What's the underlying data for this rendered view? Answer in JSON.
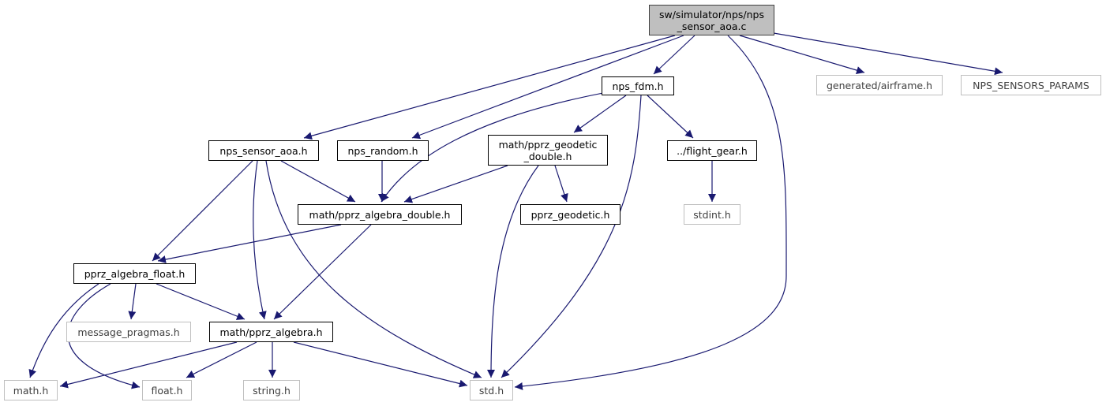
{
  "diagram": {
    "colors": {
      "edge": "#191970",
      "root_fill": "#bfbfbf",
      "external_border": "#bfbfbf"
    },
    "nodes": [
      {
        "id": "root",
        "label": "sw/simulator/nps/nps\n_sensor_aoa.c",
        "style": "root"
      },
      {
        "id": "nps_fdm",
        "label": "nps_fdm.h",
        "style": "link"
      },
      {
        "id": "airframe",
        "label": "generated/airframe.h",
        "style": "external"
      },
      {
        "id": "nps_params",
        "label": "NPS_SENSORS_PARAMS",
        "style": "external"
      },
      {
        "id": "nps_sensor_aoa",
        "label": "nps_sensor_aoa.h",
        "style": "link"
      },
      {
        "id": "nps_random",
        "label": "nps_random.h",
        "style": "link"
      },
      {
        "id": "geodetic_double",
        "label": "math/pprz_geodetic\n_double.h",
        "style": "link"
      },
      {
        "id": "flight_gear",
        "label": "../flight_gear.h",
        "style": "link"
      },
      {
        "id": "algebra_double",
        "label": "math/pprz_algebra_double.h",
        "style": "link"
      },
      {
        "id": "pprz_geodetic",
        "label": "pprz_geodetic.h",
        "style": "link"
      },
      {
        "id": "stdint",
        "label": "stdint.h",
        "style": "external"
      },
      {
        "id": "algebra_float",
        "label": "pprz_algebra_float.h",
        "style": "link"
      },
      {
        "id": "message_pragmas",
        "label": "message_pragmas.h",
        "style": "external"
      },
      {
        "id": "algebra",
        "label": "math/pprz_algebra.h",
        "style": "link"
      },
      {
        "id": "math",
        "label": "math.h",
        "style": "external"
      },
      {
        "id": "float",
        "label": "float.h",
        "style": "external"
      },
      {
        "id": "string",
        "label": "string.h",
        "style": "external"
      },
      {
        "id": "std",
        "label": "std.h",
        "style": "external"
      }
    ],
    "edges": [
      {
        "from": "root",
        "to": "nps_sensor_aoa"
      },
      {
        "from": "root",
        "to": "nps_random"
      },
      {
        "from": "root",
        "to": "nps_fdm"
      },
      {
        "from": "root",
        "to": "std"
      },
      {
        "from": "root",
        "to": "airframe"
      },
      {
        "from": "root",
        "to": "nps_params"
      },
      {
        "from": "nps_fdm",
        "to": "algebra_double"
      },
      {
        "from": "nps_fdm",
        "to": "geodetic_double"
      },
      {
        "from": "nps_fdm",
        "to": "std"
      },
      {
        "from": "nps_fdm",
        "to": "flight_gear"
      },
      {
        "from": "nps_sensor_aoa",
        "to": "algebra_float"
      },
      {
        "from": "nps_sensor_aoa",
        "to": "algebra"
      },
      {
        "from": "nps_sensor_aoa",
        "to": "std"
      },
      {
        "from": "nps_sensor_aoa",
        "to": "algebra_double"
      },
      {
        "from": "nps_random",
        "to": "algebra_double"
      },
      {
        "from": "geodetic_double",
        "to": "algebra_double"
      },
      {
        "from": "geodetic_double",
        "to": "pprz_geodetic"
      },
      {
        "from": "geodetic_double",
        "to": "std"
      },
      {
        "from": "flight_gear",
        "to": "stdint"
      },
      {
        "from": "algebra_double",
        "to": "algebra_float"
      },
      {
        "from": "algebra_double",
        "to": "algebra"
      },
      {
        "from": "algebra_float",
        "to": "math"
      },
      {
        "from": "algebra_float",
        "to": "float"
      },
      {
        "from": "algebra_float",
        "to": "message_pragmas"
      },
      {
        "from": "algebra_float",
        "to": "algebra"
      },
      {
        "from": "algebra",
        "to": "math"
      },
      {
        "from": "algebra",
        "to": "float"
      },
      {
        "from": "algebra",
        "to": "string"
      },
      {
        "from": "algebra",
        "to": "std"
      }
    ]
  }
}
